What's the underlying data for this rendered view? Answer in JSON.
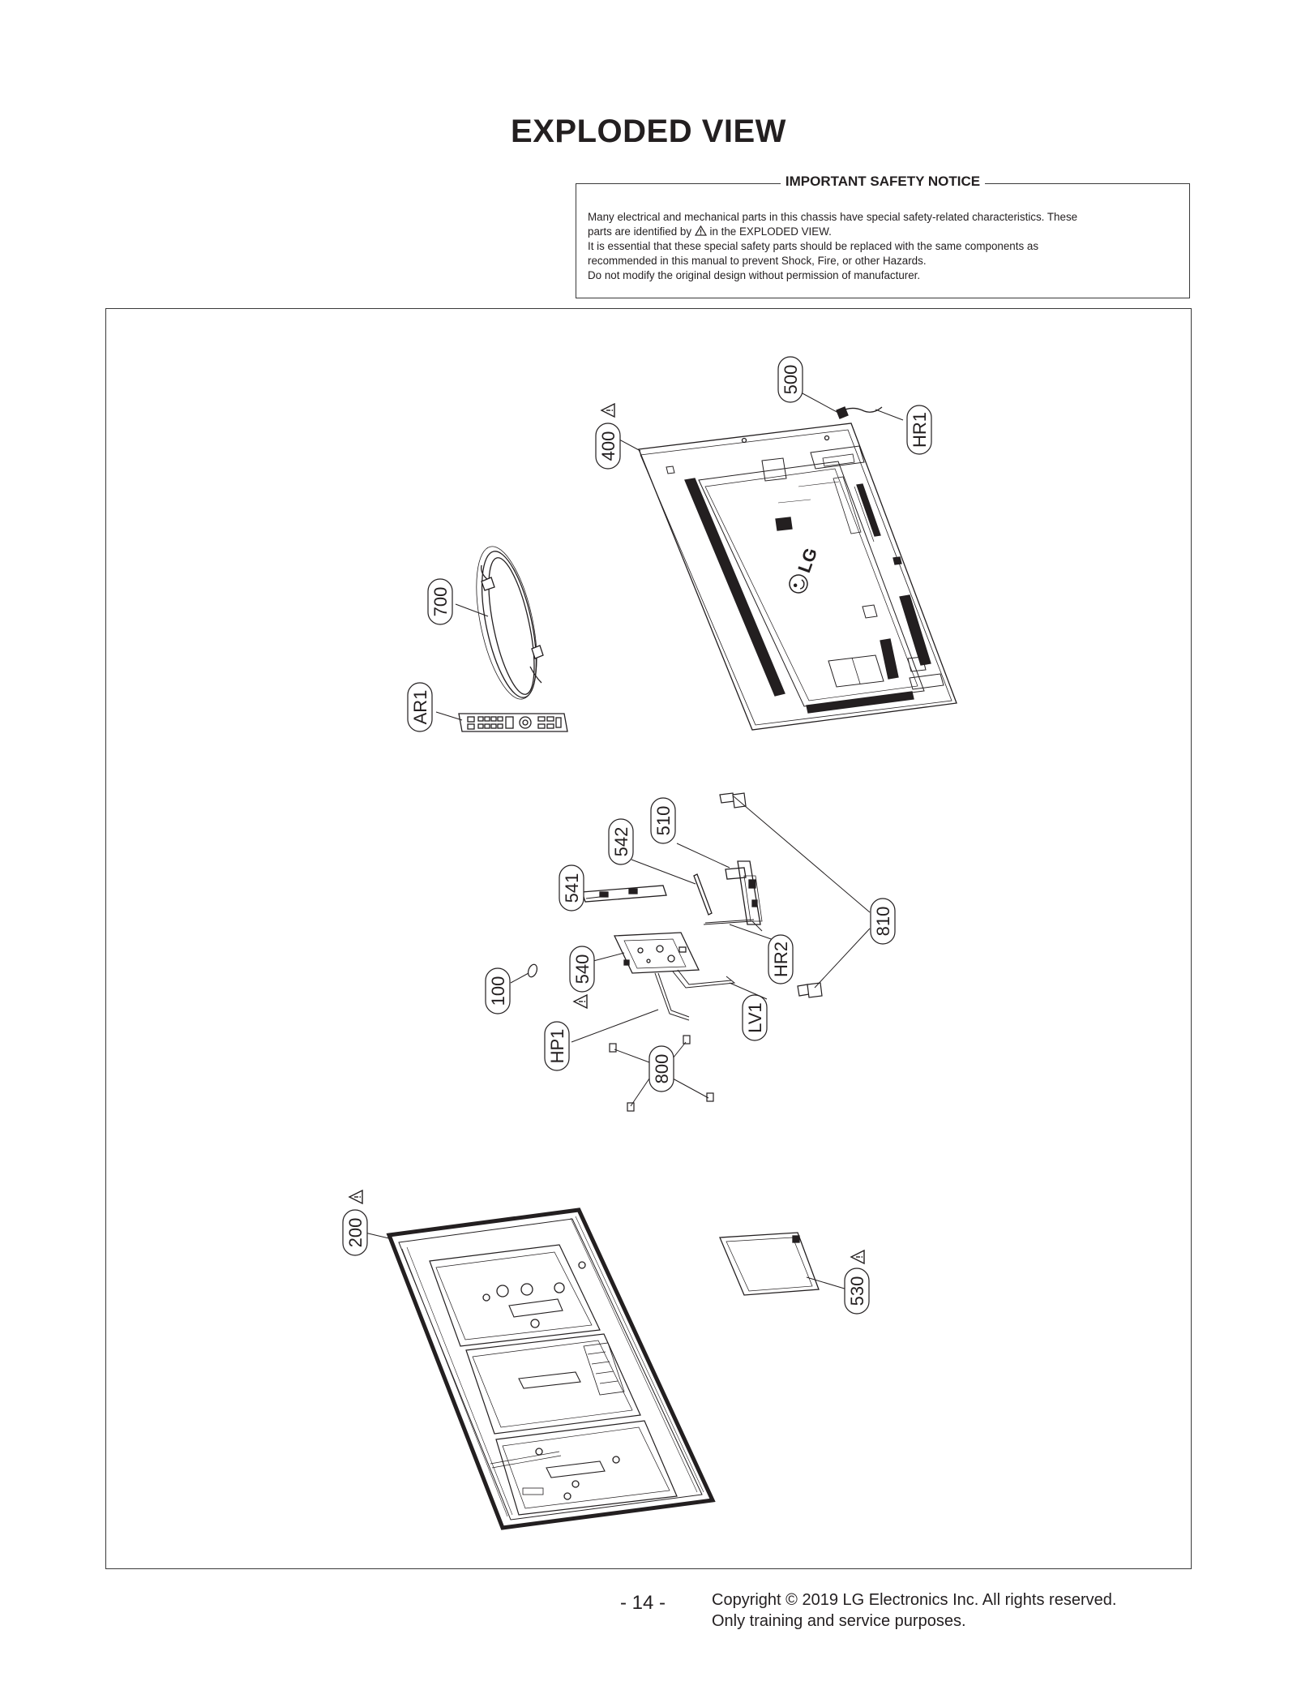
{
  "page": {
    "title": "EXPLODED VIEW",
    "notice": {
      "heading": "IMPORTANT SAFETY NOTICE",
      "line1": "Many electrical and mechanical parts in this chassis have special safety-related characteristics. These",
      "line2_before": "parts are identified by",
      "line2_after": "in the EXPLODED VIEW.",
      "line3": "It is essential that these special safety parts should be replaced with the same components as",
      "line4": "recommended in this manual to prevent Shock, Fire, or other Hazards.",
      "line5": "Do not modify the original design without permission of manufacturer."
    },
    "page_number": "- 14 -",
    "copyright_line1": "Copyright © 2019 LG Electronics Inc. All rights reserved.",
    "copyright_line2": "Only training and service purposes."
  },
  "diagram": {
    "parts": [
      {
        "id": "500",
        "label": "500",
        "safety": false
      },
      {
        "id": "HR1",
        "label": "HR1",
        "safety": false
      },
      {
        "id": "400",
        "label": "400",
        "safety": true
      },
      {
        "id": "700",
        "label": "700",
        "safety": false
      },
      {
        "id": "AR1",
        "label": "AR1",
        "safety": false
      },
      {
        "id": "510",
        "label": "510",
        "safety": false
      },
      {
        "id": "542",
        "label": "542",
        "safety": false
      },
      {
        "id": "541",
        "label": "541",
        "safety": false
      },
      {
        "id": "810",
        "label": "810",
        "safety": false
      },
      {
        "id": "HR2",
        "label": "HR2",
        "safety": false
      },
      {
        "id": "540",
        "label": "540",
        "safety": true
      },
      {
        "id": "100",
        "label": "100",
        "safety": false
      },
      {
        "id": "LV1",
        "label": "LV1",
        "safety": false
      },
      {
        "id": "HP1",
        "label": "HP1",
        "safety": false
      },
      {
        "id": "800",
        "label": "800",
        "safety": false
      },
      {
        "id": "200",
        "label": "200",
        "safety": true
      },
      {
        "id": "530",
        "label": "530",
        "safety": true
      }
    ],
    "back_cover_logo": "LG"
  }
}
